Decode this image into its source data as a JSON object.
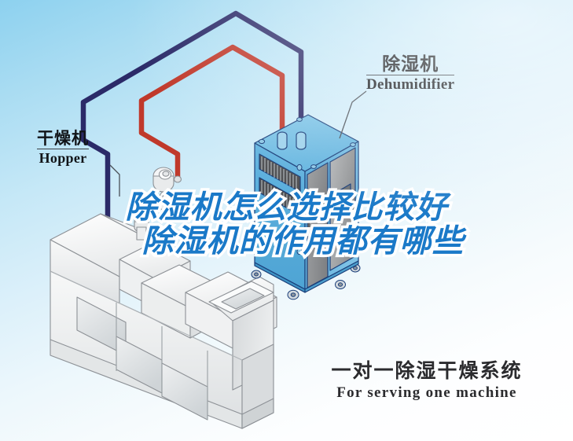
{
  "scene": {
    "type": "isometric-technical-illustration",
    "subject": "one-to-one dehumidifying drying system",
    "background_gradient_from": "#8dd1ef",
    "background_gradient_to": "#ffffff"
  },
  "callouts": [
    {
      "id": "dehumidifier",
      "cn": "除湿机",
      "en": "Dehumidifier"
    },
    {
      "id": "hopper",
      "cn": "干燥机",
      "en": "Hopper"
    }
  ],
  "caption": {
    "cn": "一对一除湿干燥系统",
    "en": "For serving one machine"
  },
  "headline": {
    "line1": "除湿机怎么选择比较好",
    "line2": "除湿机的作用都有哪些",
    "text_color": "#1a79c8",
    "outline_color": "#ffffff"
  },
  "equipment": {
    "dehumidifier": {
      "body_color": "#5fb4e0",
      "panel_color": "#9a9a9c",
      "outline_color": "#1b3f7a",
      "vent_panels": 2,
      "casters": 4
    },
    "hopper_machine": {
      "body_color": "#f2f3f3",
      "outline_color": "#8d9196"
    },
    "pipes": [
      {
        "name": "return-air-pipe",
        "color": "#2b2a68"
      },
      {
        "name": "supply-air-pipe",
        "color": "#c0392b"
      }
    ]
  }
}
